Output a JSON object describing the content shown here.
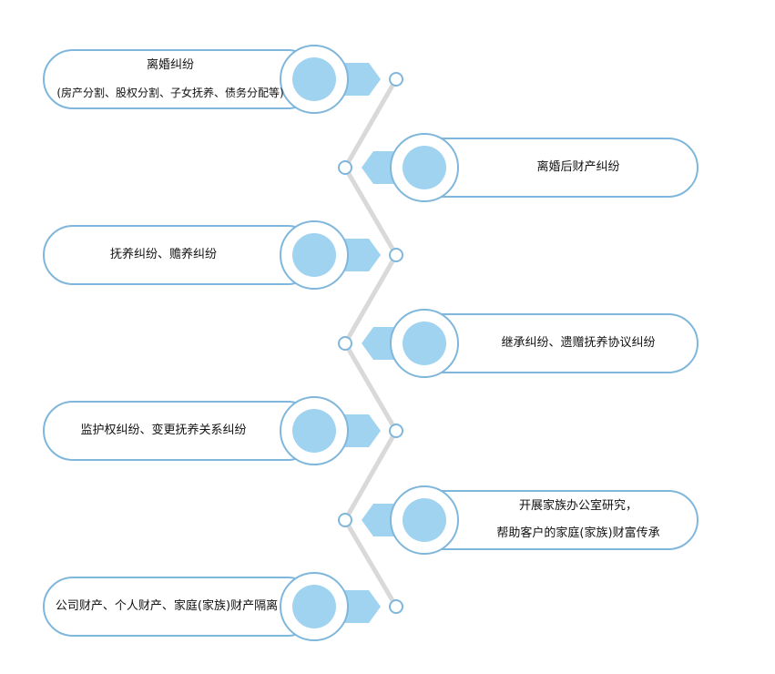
{
  "items": [
    {
      "line1": "离婚纠纷",
      "line2": "(房产分割、股权分割、子女抚养、债务分配等)"
    },
    {
      "line1": "离婚后财产纠纷"
    },
    {
      "line1": "抚养纠纷、赡养纠纷"
    },
    {
      "line1": "继承纠纷、遗赠抚养协议纠纷"
    },
    {
      "line1": "监护权纠纷、变更抚养关系纠纷"
    },
    {
      "line1": "开展家族办公室研究，",
      "line2": "帮助客户的家庭(家族)财富传承"
    },
    {
      "line1": "公司财产、个人财产、家庭(家族)财产隔离"
    }
  ],
  "colors": {
    "accent": "#9fd3f0",
    "stroke": "#7fb7dc",
    "connector": "#d9d9d9"
  }
}
